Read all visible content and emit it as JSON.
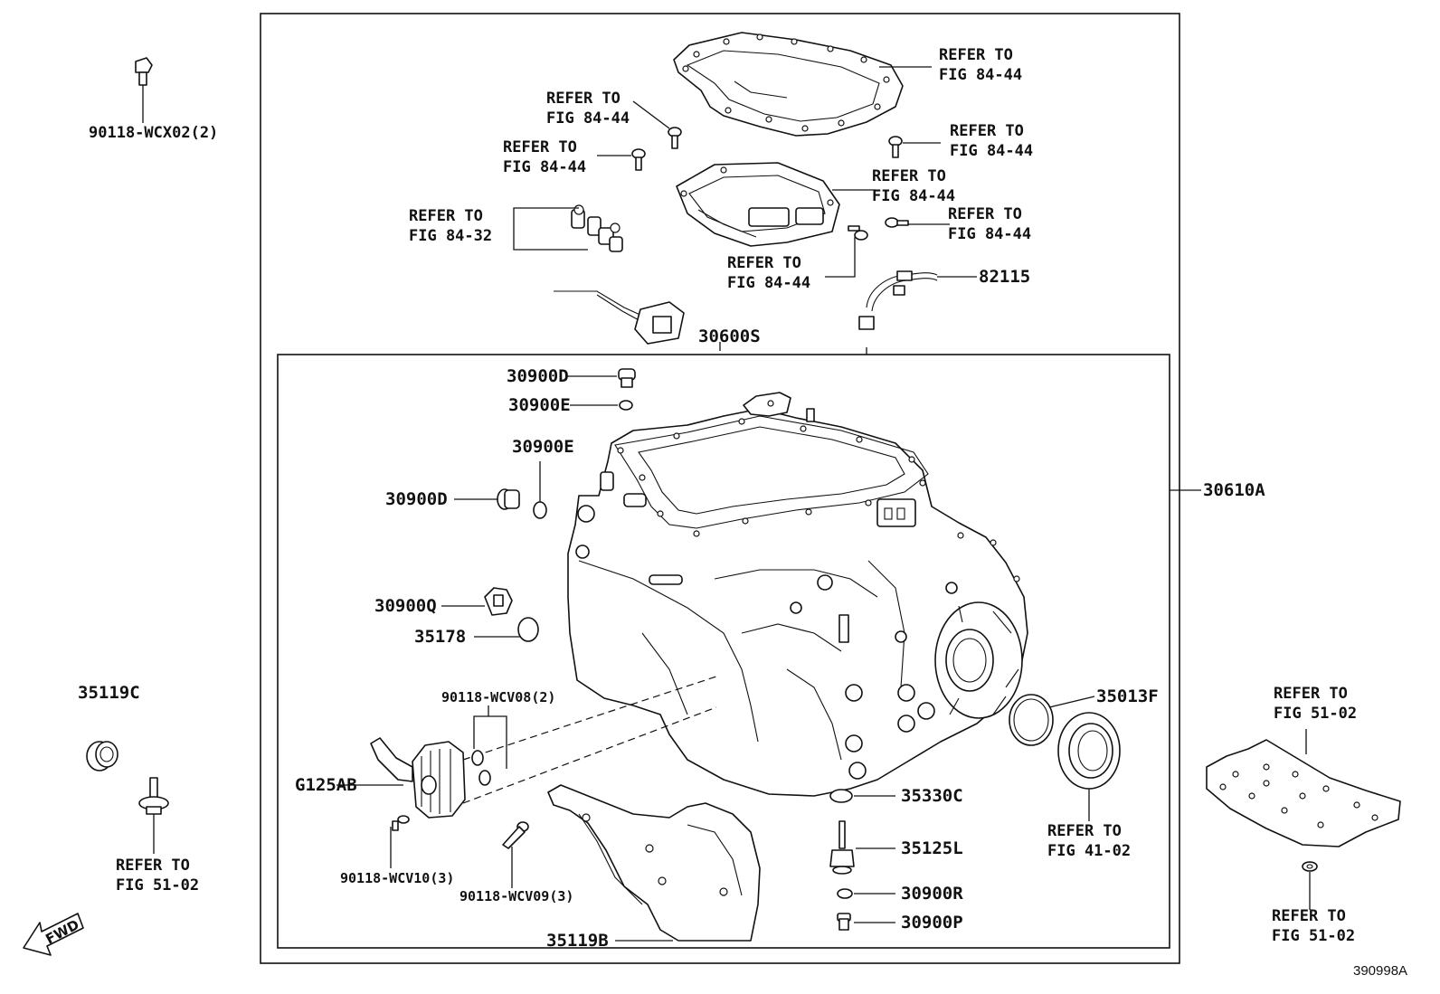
{
  "refer": {
    "r1": [
      "REFER TO",
      "FIG 84-44"
    ],
    "r2": [
      "REFER TO",
      "FIG 84-44"
    ],
    "r3": [
      "REFER TO",
      "FIG 84-44"
    ],
    "r4": [
      "REFER TO",
      "FIG 84-44"
    ],
    "r5": [
      "REFER TO",
      "FIG 84-44"
    ],
    "r6": [
      "REFER TO",
      "FIG 84-44"
    ],
    "r7": [
      "REFER TO",
      "FIG 84-44"
    ],
    "r8": [
      "REFER TO",
      "FIG 84-32"
    ],
    "r9": [
      "REFER TO",
      "FIG 51-02"
    ],
    "r10": [
      "REFER TO",
      "FIG 41-02"
    ],
    "r11": [
      "REFER TO",
      "FIG 51-02"
    ],
    "r12": [
      "REFER TO",
      "FIG 51-02"
    ]
  },
  "parts": {
    "p90118_wcx02": "90118-WCX02(2)",
    "p82115": "82115",
    "p30600s": "30600S",
    "p30610a": "30610A",
    "p30900d_top": "30900D",
    "p30900e_top": "30900E",
    "p30900e_mid": "30900E",
    "p30900d_mid": "30900D",
    "p30900q": "30900Q",
    "p35178": "35178",
    "p90118_wcv08": "90118-WCV08(2)",
    "p35119c": "35119C",
    "pg125ab": "G125AB",
    "p90118_wcv10": "90118-WCV10(3)",
    "p90118_wcv09": "90118-WCV09(3)",
    "p35119b": "35119B",
    "p35013f": "35013F",
    "p35330c": "35330C",
    "p35125l": "35125L",
    "p30900r": "30900R",
    "p30900p": "30900P"
  },
  "fwd_label": "FWD",
  "drawing_id": "390998A"
}
